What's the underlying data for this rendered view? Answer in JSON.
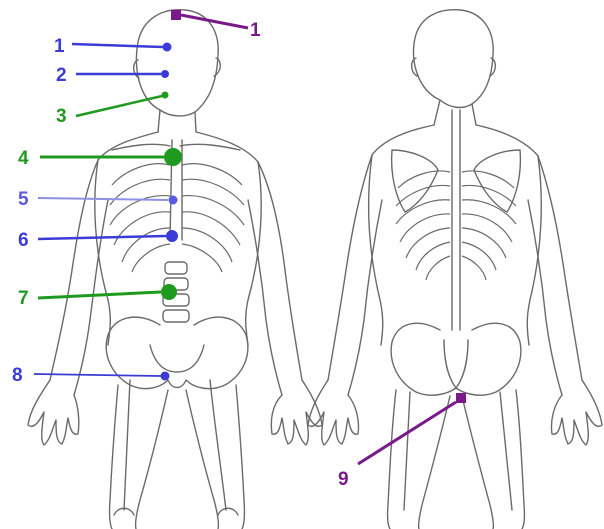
{
  "colors": {
    "blue": "#3b3bd6",
    "green": "#1f9a1f",
    "purple": "#7a1a8a",
    "light_blue": "#8f8fe6"
  },
  "points": [
    {
      "number": "1",
      "color": "purple",
      "figure": "front"
    },
    {
      "number": "1",
      "color": "blue",
      "figure": "front"
    },
    {
      "number": "2",
      "color": "blue",
      "figure": "front"
    },
    {
      "number": "3",
      "color": "green",
      "figure": "front"
    },
    {
      "number": "4",
      "color": "green",
      "figure": "front"
    },
    {
      "number": "5",
      "color": "blue",
      "figure": "front"
    },
    {
      "number": "6",
      "color": "blue",
      "figure": "front"
    },
    {
      "number": "7",
      "color": "green",
      "figure": "front"
    },
    {
      "number": "8",
      "color": "blue",
      "figure": "front"
    },
    {
      "number": "9",
      "color": "purple",
      "figure": "back"
    }
  ]
}
